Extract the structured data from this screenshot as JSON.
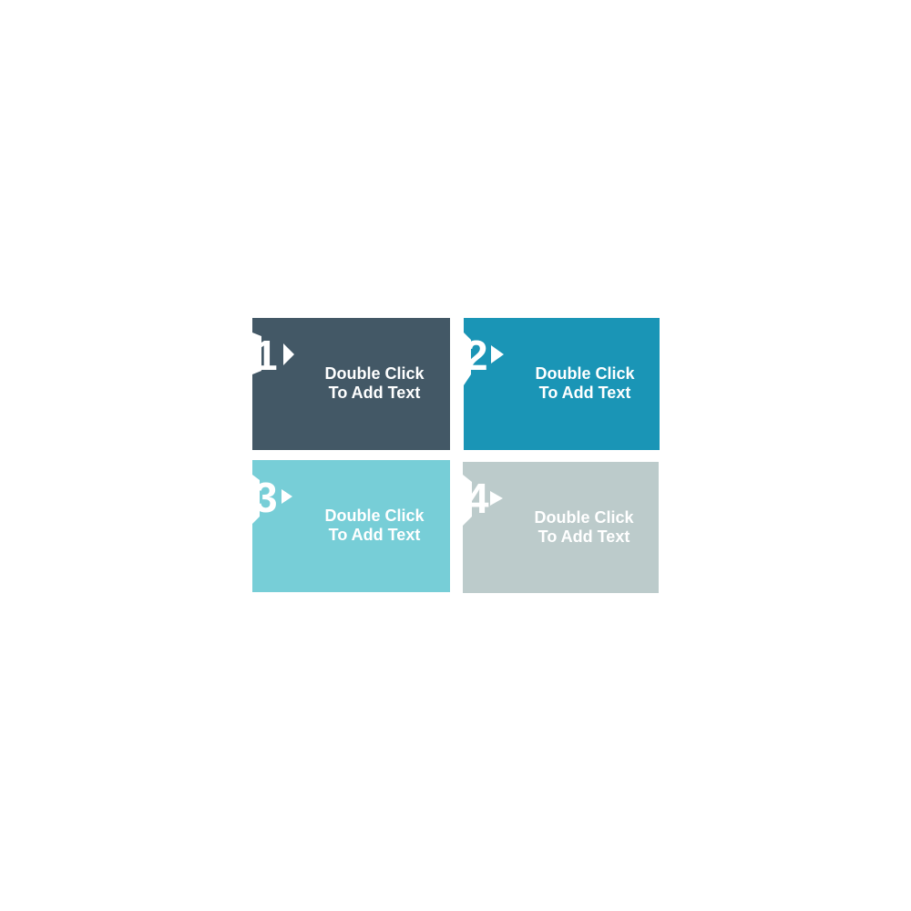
{
  "tiles": [
    {
      "number": "1",
      "line1": "Double Click",
      "line2": "To Add Text",
      "color": "#435866"
    },
    {
      "number": "2",
      "line1": "Double Click",
      "line2": "To Add Text",
      "color": "#1a95b6"
    },
    {
      "number": "3",
      "line1": "Double Click",
      "line2": "To Add Text",
      "color": "#77ced7"
    },
    {
      "number": "4",
      "line1": "Double Click",
      "line2": "To Add Text",
      "color": "#bccbcb"
    }
  ]
}
